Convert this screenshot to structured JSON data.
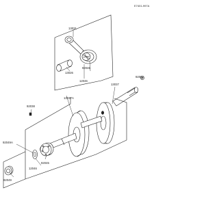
{
  "diagram": {
    "reference_code": "E7401-997A",
    "callouts": {
      "connecting_rod_assy": "13031",
      "crankpin": "13026",
      "rod_bearing": "92046",
      "right_crank": "13037",
      "crank_lower": "13037A",
      "washer_small": "92062",
      "side_washer": "12046",
      "key": "92038",
      "right_seal": "92049A",
      "main_bearing": "92045",
      "left_seal": "92049",
      "bearing_small": "12046"
    }
  }
}
